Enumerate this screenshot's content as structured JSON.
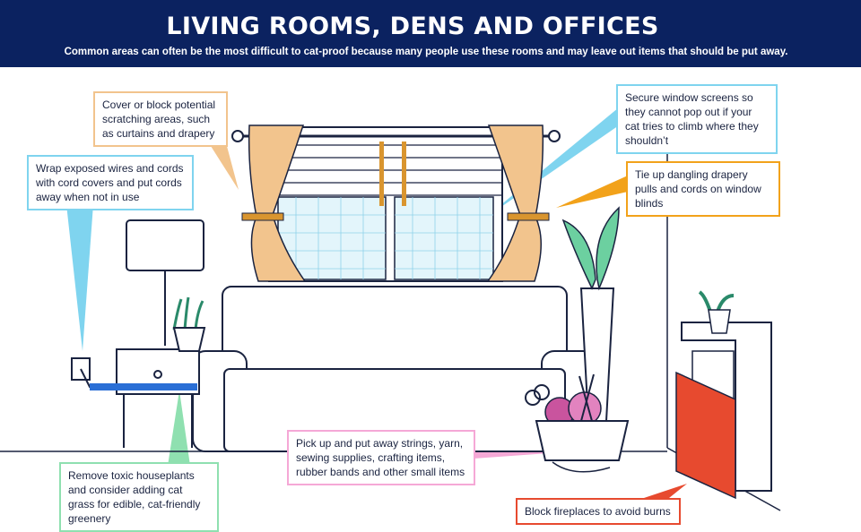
{
  "header": {
    "title": "LIVING ROOMS, DENS AND OFFICES",
    "subtitle": "Common areas can often be the most difficult to cat-proof because many people use these rooms and may leave out items that should be put away."
  },
  "callouts": {
    "scratching": "Cover or block potential scratching areas, such as curtains and drapery",
    "wires": "Wrap exposed wires and cords with cord covers and put cords away when not in use",
    "screens": "Secure window screens so they cannot pop out if your cat tries to climb where they shouldn’t",
    "drapery": "Tie up dangling drapery pulls and cords on window blinds",
    "houseplants": "Remove toxic houseplants and consider adding cat grass for edible, cat-friendly greenery",
    "strings": "Pick up and put away strings, yarn, sewing supplies, crafting items, rubber bands and other small items",
    "fireplace": "Block fireplaces to avoid burns"
  },
  "colors": {
    "navy": "#0b2260",
    "tan": "#f2c48d",
    "light_blue": "#7fd4ef",
    "orange": "#f2a21a",
    "green": "#8fe0b0",
    "pink": "#f5a8d6",
    "red": "#e74a2f"
  }
}
